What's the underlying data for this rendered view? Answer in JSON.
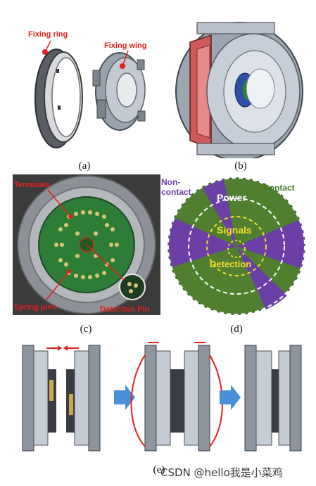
{
  "panel_a": {
    "label_ring": "Fixing ring",
    "label_wing": "Fixing wing",
    "caption": "(a)"
  },
  "panel_b": {
    "caption": "(b)"
  },
  "panel_c": {
    "label_terminals": "Terminals",
    "label_spring": "Spring pins",
    "label_detection": "Detection Pin",
    "caption": "(c)"
  },
  "panel_d": {
    "label_noncontact_1": "Non-",
    "label_noncontact_2": "contact",
    "label_contact": "Contact",
    "label_power": "Power",
    "label_signals": "Signals",
    "label_detection": "Detection",
    "caption": "(d)"
  },
  "panel_e": {
    "caption": "(e)"
  },
  "watermark": "CSDN @hello我是小菜鸡",
  "colors": {
    "label_red": "#e4211c",
    "contact_green": "#3e7a2c",
    "noncontact_purple": "#6b3fa6",
    "signals_yellow": "#f2e02a",
    "arrow_blue": "#4a90d9"
  }
}
